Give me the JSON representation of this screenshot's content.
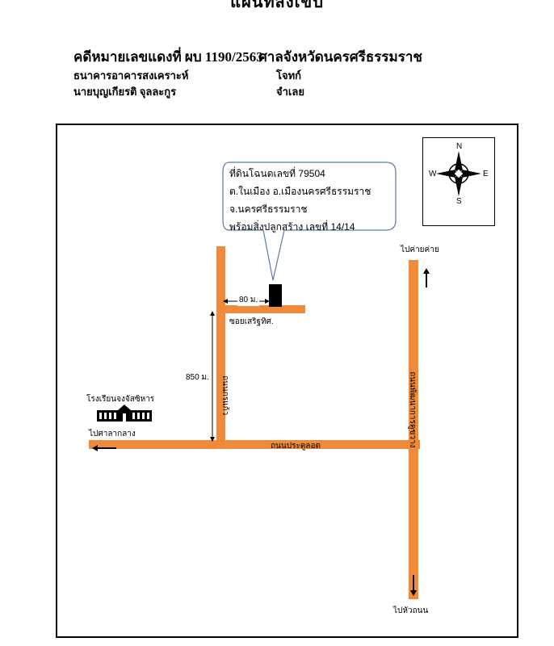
{
  "header": {
    "cut_title": "แผนที่สังเขป",
    "case_no": "คดีหมายเลขแดงที่ ผบ 1190/2563",
    "court": "ศาลจังหวัดนครศรีธรรมราช",
    "plaintiff_name": "ธนาคารอาคารสงเคราะห์",
    "plaintiff_role": "โจทก์",
    "defendant_name": "นายบุญเกียรติ จุลละกูร",
    "defendant_role": "จำเลย"
  },
  "map": {
    "callout": {
      "line1": "ที่ดินโฉนดเลขที่ 79504",
      "line2": "ต.ในเมือง อ.เมืองนครศรีธรรมราช",
      "line3": "จ.นครศรีธรรมราช",
      "line4": "พร้อมสิ่งปลูกสร้าง เลขที่ 14/14"
    },
    "compass": {
      "n": "N",
      "s": "S",
      "e": "E",
      "w": "W"
    },
    "distances": {
      "horizontal": "80 ม.",
      "vertical": "850 ม."
    },
    "roads": {
      "soi": "ซอยเสริฐทิศ.",
      "left_vertical": "ถนนกรแก้ว",
      "main_horizontal": "ถนนประตูลอด",
      "right_vertical": "ถนนพัฒนาการคูขวาง"
    },
    "landmarks": {
      "school": "โรงเรียนจงจัสซิหาร"
    },
    "directions": {
      "to_court": "ไปศาลากลาง",
      "to_camp": "ไปค่ายค่าย",
      "to_huathanon": "ไปหัวถนน"
    },
    "colors": {
      "road": "#ef8a3a",
      "frame": "#000000"
    }
  }
}
